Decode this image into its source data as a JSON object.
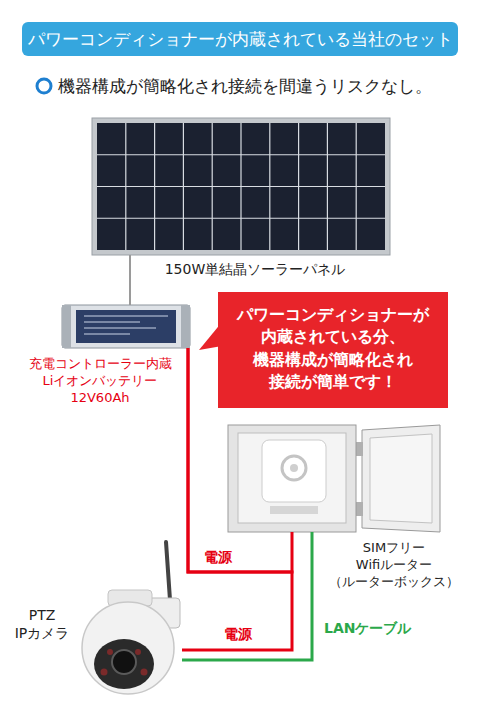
{
  "diagram": {
    "title": "パワーコンディショナーが内蔵されている当社のセット",
    "nodes": [
      {
        "text": [
          "150W単結晶ソーラーパネル"
        ]
      },
      {
        "text": [
          "充電コントローラー内蔵 Liイオンバッテリー 12V60Ah"
        ]
      },
      {
        "text": [
          "パワーコンディショナーが 内蔵されている分、 機器構成が簡略化され 接続が簡単です！"
        ]
      },
      {
        "text": [
          "SIMフリー Wifiルーター （ルーターボックス）"
        ]
      },
      {
        "text": [
          "PTZ IPカメラ"
        ]
      }
    ],
    "edges": [
      {
        "from": 0,
        "to": 1,
        "arrow": "none"
      },
      {
        "from": 1,
        "to": 3,
        "label": "電源",
        "arrow": "none"
      },
      {
        "from": 1,
        "to": 4,
        "label": "電源",
        "arrow": "none"
      },
      {
        "from": 3,
        "to": 4,
        "label": "LANケーブル",
        "arrow": "none"
      }
    ],
    "labels": [
      "機器構成が簡略化され接続を間違うリスクなし。"
    ]
  }
}
